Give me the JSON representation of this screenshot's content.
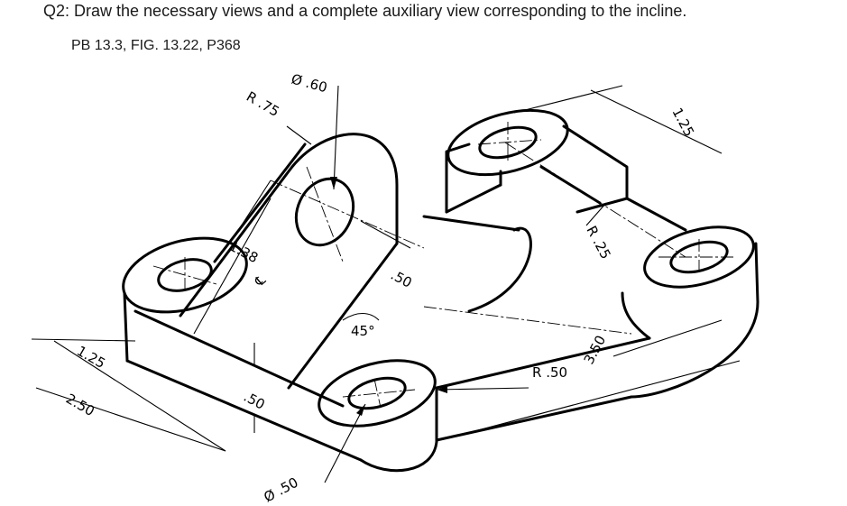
{
  "question": "Q2: Draw the necessary views and a complete auxiliary view corresponding to the incline.",
  "reference": "PB 13.3, FIG. 13.22, P368",
  "dimensions": {
    "dia_top": "Ø .60",
    "radius_top": "R .75",
    "len_138": "1.38",
    "cl_symbol": "℄",
    "thk_50_incline": ".50",
    "angle": "45°",
    "thk_50_base": ".50",
    "dia_bottom": "Ø .50",
    "len_125_left": "1.25",
    "len_250": "2.50",
    "radius_50": "R .50",
    "len_350": "3.50",
    "radius_25": "R .25",
    "len_125_right": "1.25"
  }
}
